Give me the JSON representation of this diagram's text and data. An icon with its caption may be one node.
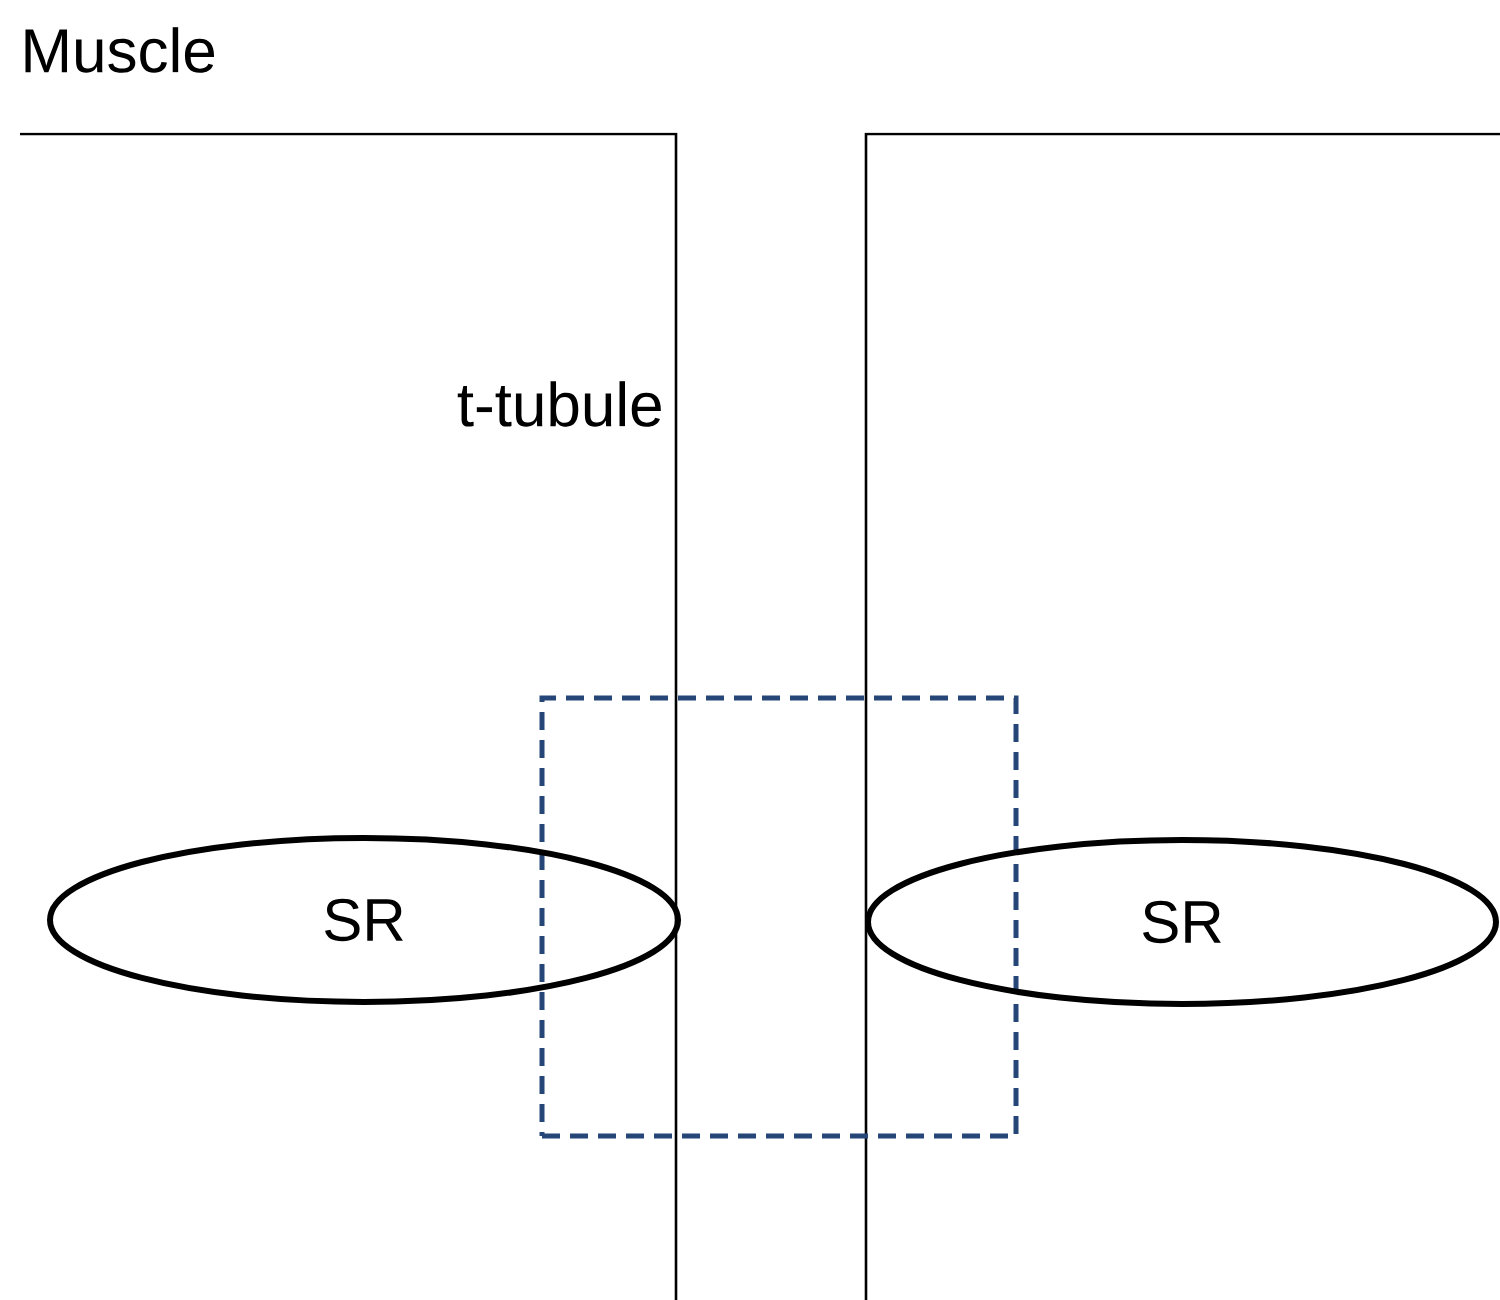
{
  "diagram": {
    "nodes": [
      {
        "text": [],
        "shape": "box"
      },
      {
        "text": [
          "SR"
        ]
      },
      {
        "text": [
          "SR"
        ]
      }
    ],
    "labels": [
      "Muscle",
      "t-tubule"
    ]
  }
}
